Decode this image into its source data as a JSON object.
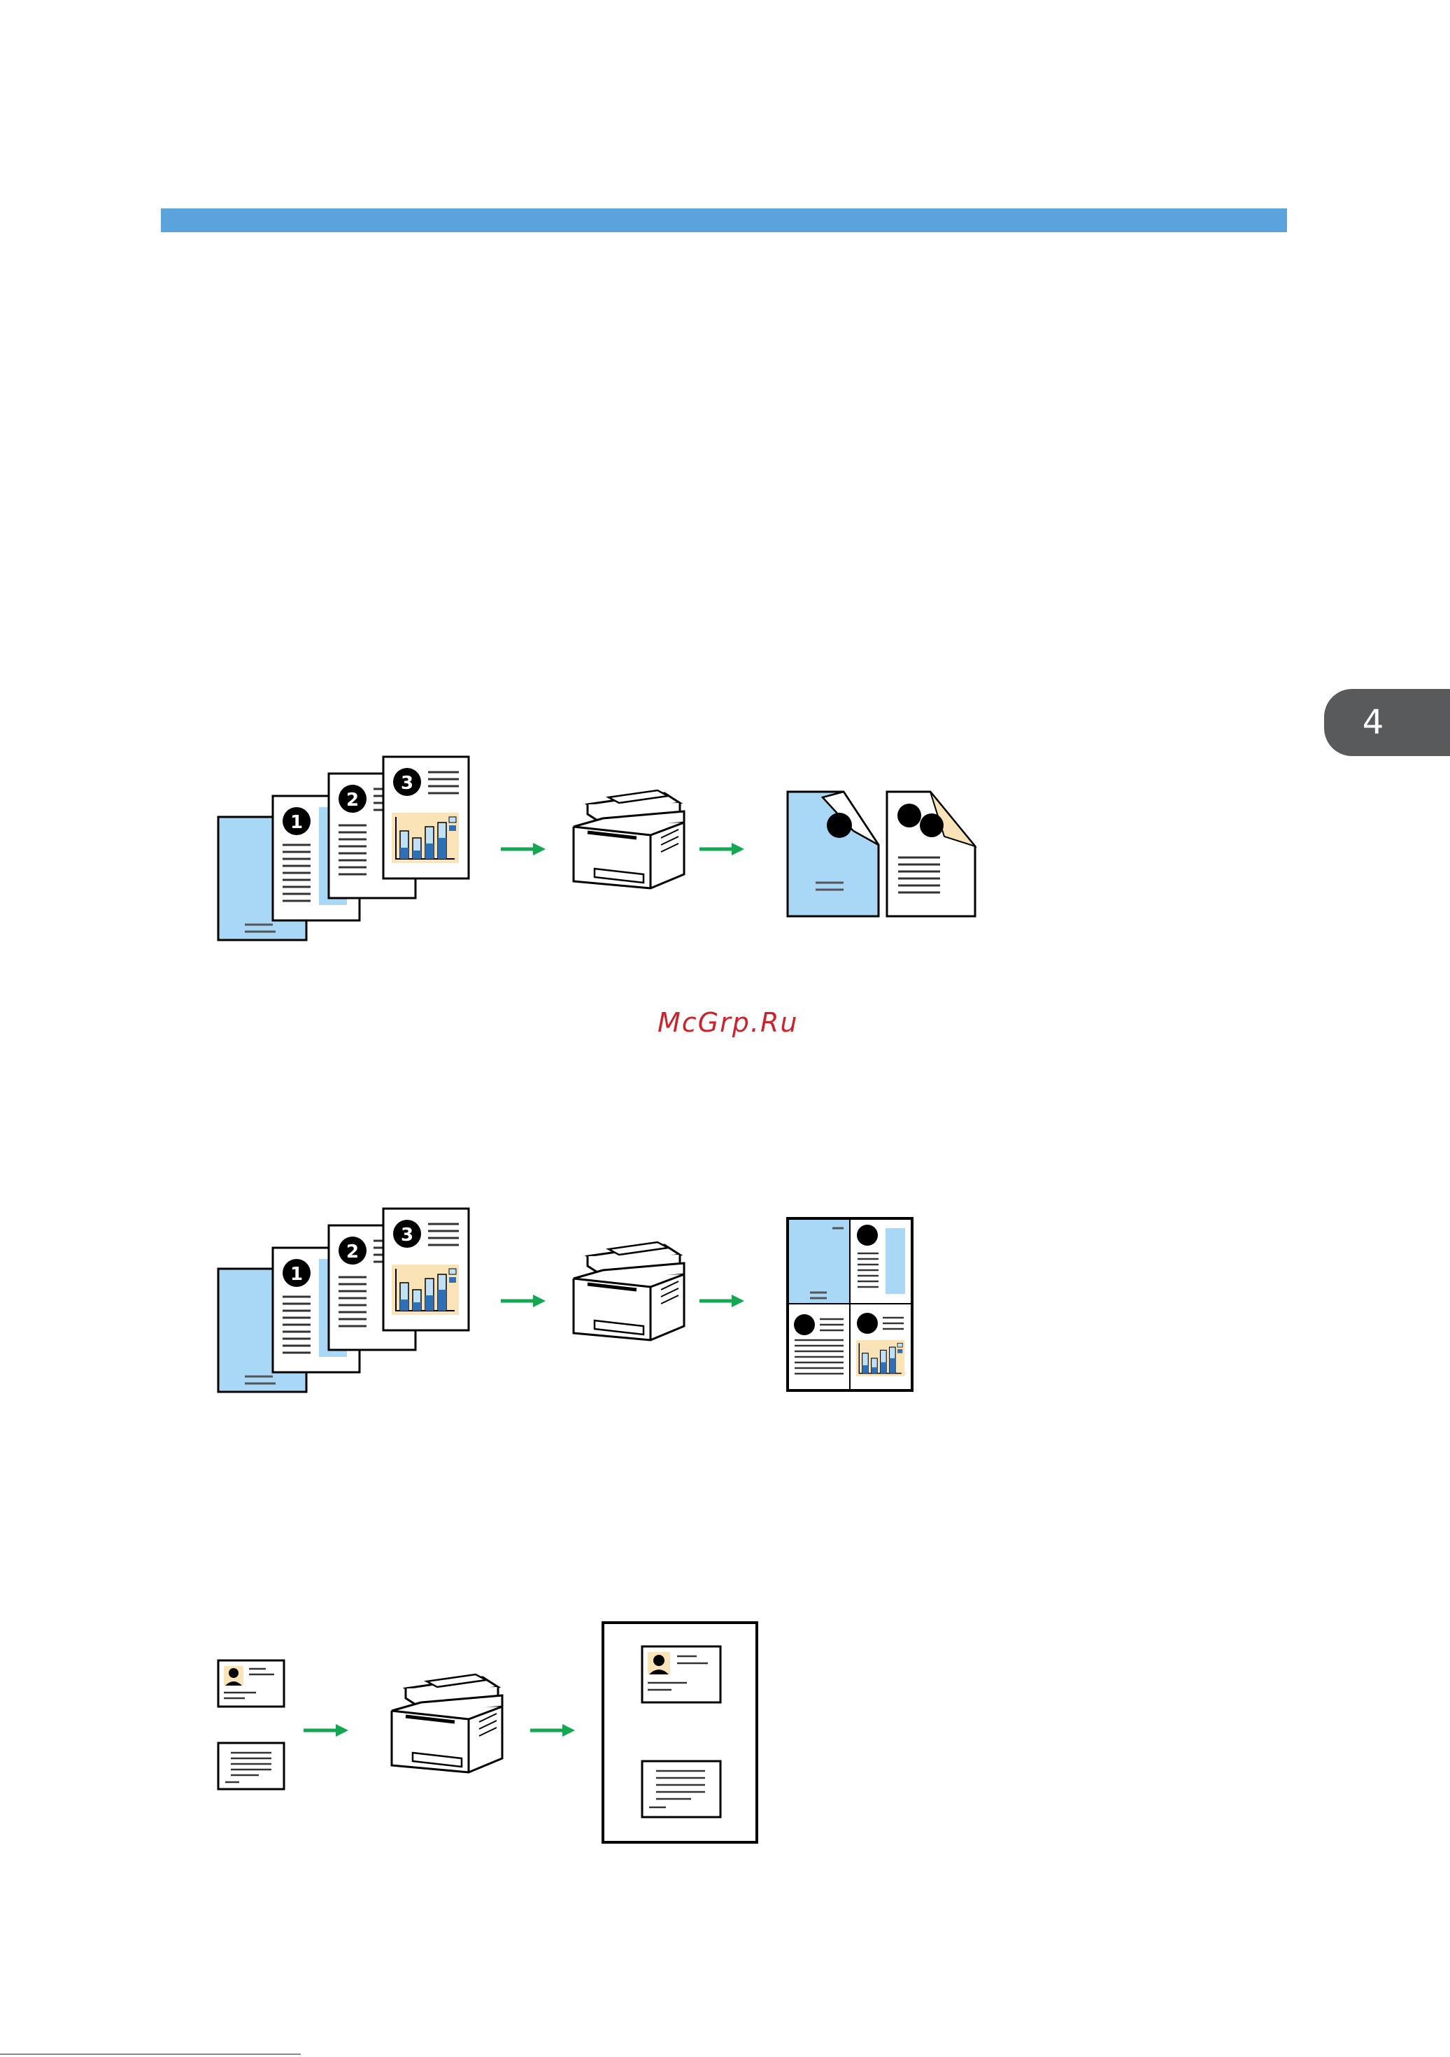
{
  "page": {
    "chapter_number": "4",
    "watermark": "McGrp.Ru"
  },
  "colors": {
    "header_bar": "#5aa3dc",
    "chapter_tab": "#595a5c",
    "page_blue": "#a8d8f5",
    "chart_bg": "#fbe3b8",
    "bar_dark": "#2e6fb5",
    "bar_light": "#bfe0f5",
    "arrow_green": "#14a651",
    "watermark": "#c9252c"
  },
  "figures": [
    {
      "id": "booklet",
      "description_icons": [
        "originals-stack-icon",
        "printer-icon",
        "booklet-output-icon"
      ]
    },
    {
      "id": "combine",
      "description_icons": [
        "originals-stack-icon",
        "printer-icon",
        "combined-sheet-icon"
      ]
    },
    {
      "id": "id-card",
      "description_icons": [
        "id-card-front-icon",
        "id-card-back-icon",
        "printer-icon",
        "id-copy-sheet-icon"
      ]
    }
  ],
  "originals": {
    "numbers": [
      "1",
      "2",
      "3"
    ]
  }
}
